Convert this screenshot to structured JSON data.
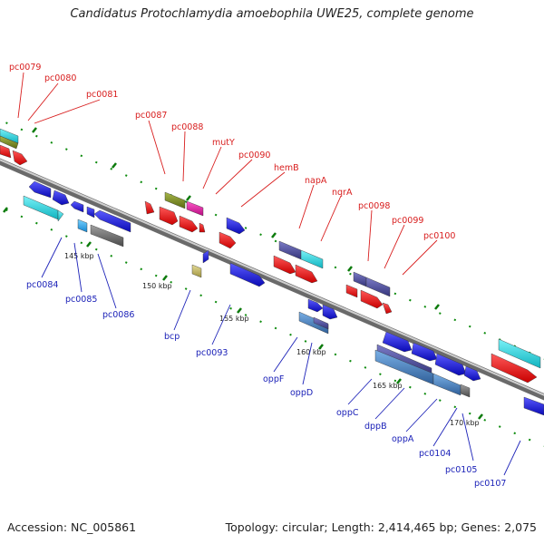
{
  "title": "Candidatus Protochlamydia amoebophila UWE25, complete genome",
  "accession": "Accession: NC_005861",
  "summary": "Topology: circular; Length: 2,414,465 bp; Genes: 2,075",
  "colors": {
    "red": "#f20d0d",
    "blue": "#1a1ae6",
    "cyan": "#1ad6e0",
    "olive": "#7a8c1e",
    "magenta": "#e61aa8",
    "slate": "#4b4ba0",
    "steel": "#4a7fbf",
    "gray": "#707070",
    "khaki": "#c8bc6a",
    "lightblue": "#2aaaf0",
    "label_top": "#d81e1e",
    "label_bottom": "#1c22b8"
  },
  "kbp_ticks": [
    {
      "label": "145 kbp"
    },
    {
      "label": "150 kbp"
    },
    {
      "label": "155 kbp"
    },
    {
      "label": "160 kbp"
    },
    {
      "label": "165 kbp"
    },
    {
      "label": "170 kbp"
    }
  ],
  "top_labels": [
    {
      "text": "pc0079"
    },
    {
      "text": "pc0080"
    },
    {
      "text": "pc0081"
    },
    {
      "text": "pc0087"
    },
    {
      "text": "pc0088"
    },
    {
      "text": "mutY"
    },
    {
      "text": "pc0090"
    },
    {
      "text": "hemB"
    },
    {
      "text": "napA"
    },
    {
      "text": "nqrA"
    },
    {
      "text": "pc0098"
    },
    {
      "text": "pc0099"
    },
    {
      "text": "pc0100"
    }
  ],
  "bottom_labels": [
    {
      "text": "pc0084"
    },
    {
      "text": "pc0085"
    },
    {
      "text": "pc0086"
    },
    {
      "text": "bcp"
    },
    {
      "text": "pc0093"
    },
    {
      "text": "oppF"
    },
    {
      "text": "oppD"
    },
    {
      "text": "oppC"
    },
    {
      "text": "dppB"
    },
    {
      "text": "oppA"
    },
    {
      "text": "pc0104"
    },
    {
      "text": "pc0105"
    },
    {
      "text": "pc0107"
    }
  ]
}
